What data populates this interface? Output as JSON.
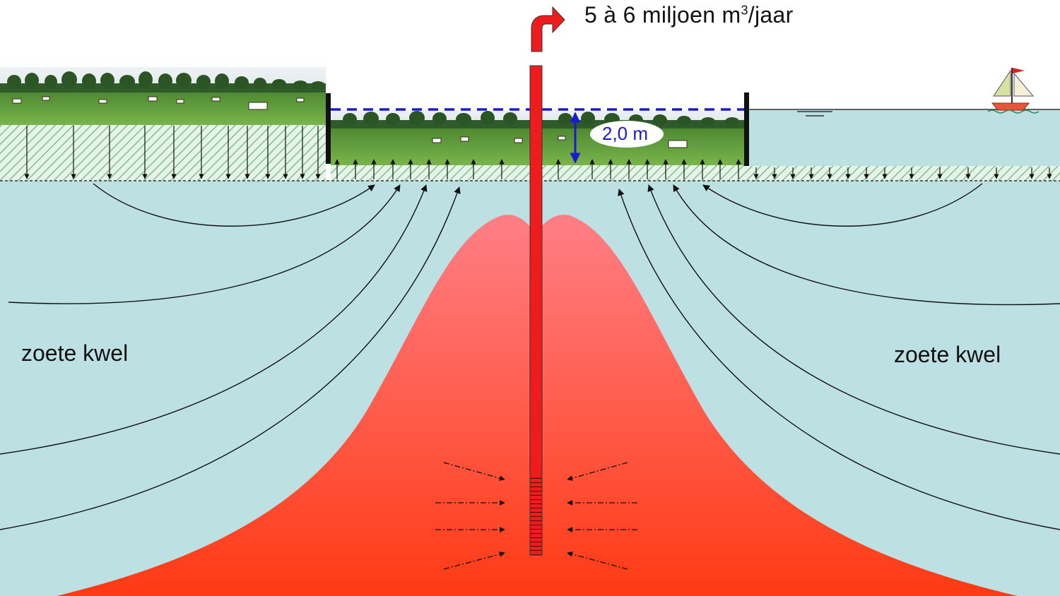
{
  "labels": {
    "flow_rate_prefix": "5 à 6 miljoen m",
    "flow_rate_exponent": "3",
    "flow_rate_suffix": "/jaar",
    "seepage_left": "zoete kwel",
    "seepage_right": "zoete kwel",
    "level_difference": "2,0 m"
  },
  "colors": {
    "groundwater": "#bde0e3",
    "brackish_plume_top": "#ff7a80",
    "brackish_plume_bottom": "#ff3a1a",
    "well": "#ee1c1c",
    "water_level_dashed": "#1a1ad0",
    "soil_hatch": "#8fc79a",
    "grass": "#5c9a3a",
    "tree_line": "#2f5a2a"
  },
  "icons": [
    "well-pipe",
    "outflow-arrow-icon",
    "sailboat-icon",
    "cow-icon",
    "water-level-icon"
  ]
}
